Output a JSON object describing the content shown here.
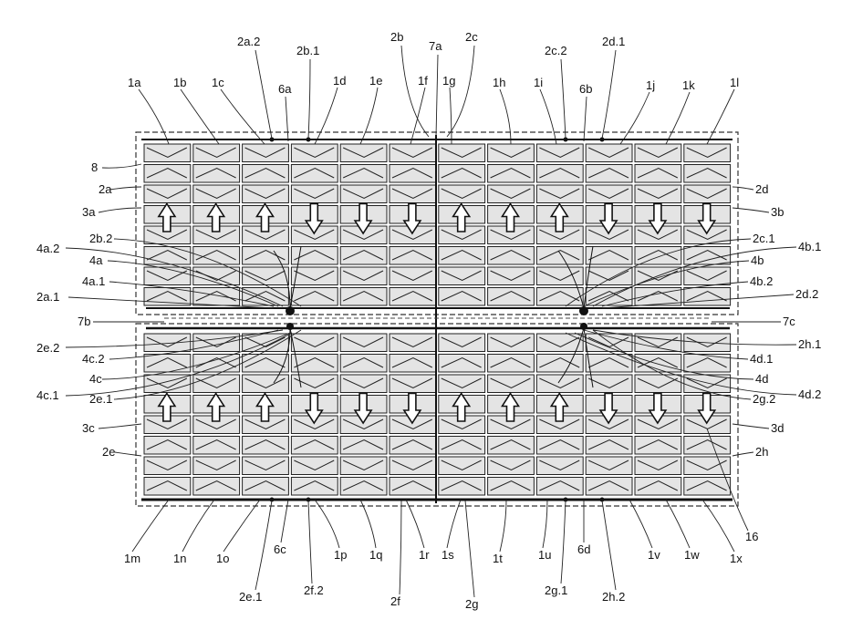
{
  "labels": {
    "top": {
      "l_2a2": "2a.2",
      "l_2b1": "2b.1",
      "l_2b": "2b",
      "l_7a": "7a",
      "l_2c": "2c",
      "l_2c2": "2c.2",
      "l_2d1": "2d.1",
      "l_1a": "1a",
      "l_1b": "1b",
      "l_1c": "1c",
      "l_6a": "6a",
      "l_1d": "1d",
      "l_1e": "1e",
      "l_1f": "1f",
      "l_1g": "1g",
      "l_1h": "1h",
      "l_1i": "1i",
      "l_6b": "6b",
      "l_1j": "1j",
      "l_1k": "1k",
      "l_1l": "1l"
    },
    "left": {
      "l_8": "8",
      "l_2a": "2a",
      "l_3a": "3a",
      "l_4a2": "4a.2",
      "l_2b2": "2b.2",
      "l_4a": "4a",
      "l_4a1": "4a.1",
      "l_2a1": "2a.1",
      "l_7b": "7b",
      "l_2e2": "2e.2",
      "l_4c2": "4c.2",
      "l_4c": "4c",
      "l_4c1": "4c.1",
      "l_2e1b": "2e.1",
      "l_3c": "3c",
      "l_2e": "2e"
    },
    "right": {
      "l_2d": "2d",
      "l_3b": "3b",
      "l_2c1": "2c.1",
      "l_4b1": "4b.1",
      "l_4b": "4b",
      "l_4b2": "4b.2",
      "l_2d2": "2d.2",
      "l_7c": "7c",
      "l_2h1": "2h.1",
      "l_4d1": "4d.1",
      "l_4d": "4d",
      "l_4d2": "4d.2",
      "l_2g2": "2g.2",
      "l_3d": "3d",
      "l_2h": "2h",
      "l_16": "16"
    },
    "bottom": {
      "l_1m": "1m",
      "l_1n": "1n",
      "l_1o": "1o",
      "l_6c": "6c",
      "l_1p": "1p",
      "l_1q": "1q",
      "l_1r": "1r",
      "l_1s": "1s",
      "l_1t": "1t",
      "l_1u": "1u",
      "l_6d": "6d",
      "l_1v": "1v",
      "l_1w": "1w",
      "l_1x": "1x",
      "l_2e1": "2e.1",
      "l_2f2": "2f.2",
      "l_2f": "2f",
      "l_2g": "2g",
      "l_2g1": "2g.1",
      "l_2h2": "2h.2"
    }
  },
  "modules": {
    "upper_directions": [
      "up",
      "up",
      "up",
      "down",
      "down",
      "down",
      "up",
      "up",
      "up",
      "down",
      "down",
      "down"
    ],
    "lower_directions": [
      "up",
      "up",
      "up",
      "down",
      "down",
      "down",
      "up",
      "up",
      "up",
      "down",
      "down",
      "down"
    ]
  },
  "colors": {
    "line": "#1a1a1a",
    "cell_fill": "#dcdcdc",
    "background": "#ffffff"
  }
}
